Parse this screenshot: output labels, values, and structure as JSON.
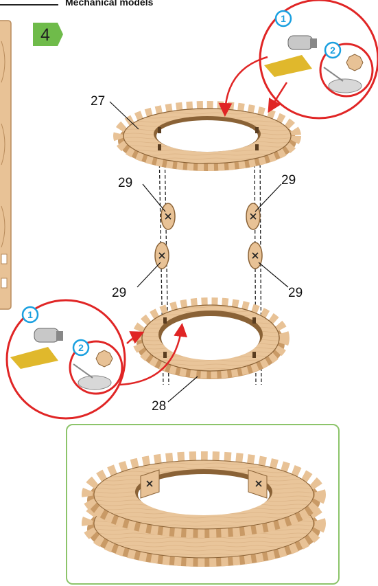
{
  "header": {
    "title": "Mechanical models"
  },
  "step": {
    "number": "4"
  },
  "parts": {
    "upper_gear": "27",
    "lower_gear": "28",
    "pin_label": "29"
  },
  "badges": {
    "first": "1",
    "second": "2"
  },
  "colors": {
    "wood": "#e8c296",
    "wood_dark": "#c99a66",
    "wood_edge": "#8a6236",
    "step_green": "#6fbb4a",
    "callout_red": "#e02525",
    "frame_green": "#8cc46a",
    "badge_blue": "#1aa0e0"
  }
}
